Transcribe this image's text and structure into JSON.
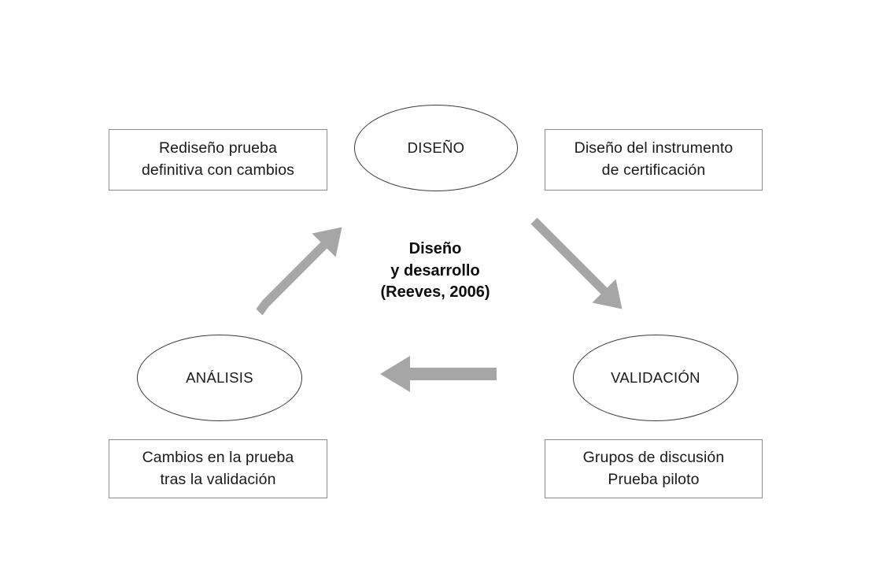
{
  "diagram": {
    "title_center": "Diseño\ny desarrollo\n(Reeves, 2006)",
    "colors": {
      "arrow": "#a6a6a6",
      "box_border": "#8c8c8c",
      "ellipse_border": "#3a3a3a",
      "text": "#1a1a1a",
      "background": "#ffffff"
    },
    "phases": [
      {
        "id": "diseno",
        "label": "DISEÑO"
      },
      {
        "id": "validacion",
        "label": "VALIDACIÓN"
      },
      {
        "id": "analisis",
        "label": "ANÁLISIS"
      }
    ],
    "boxes": [
      {
        "id": "redesign",
        "label": "Rediseño prueba\ndefinitiva con cambios"
      },
      {
        "id": "instrument",
        "label": "Diseño del instrumento\nde certificación"
      },
      {
        "id": "changes",
        "label": "Cambios en la prueba\ntras la validación"
      },
      {
        "id": "groups",
        "label": "Grupos de discusión\nPrueba piloto"
      }
    ],
    "arrows": [
      {
        "id": "diseno-to-validacion",
        "direction": "down-right",
        "from": "DISEÑO",
        "to": "VALIDACIÓN"
      },
      {
        "id": "validacion-to-analisis",
        "direction": "left",
        "from": "VALIDACIÓN",
        "to": "ANÁLISIS"
      },
      {
        "id": "analisis-to-diseno",
        "direction": "up-right",
        "from": "ANÁLISIS",
        "to": "DISEÑO"
      }
    ]
  }
}
